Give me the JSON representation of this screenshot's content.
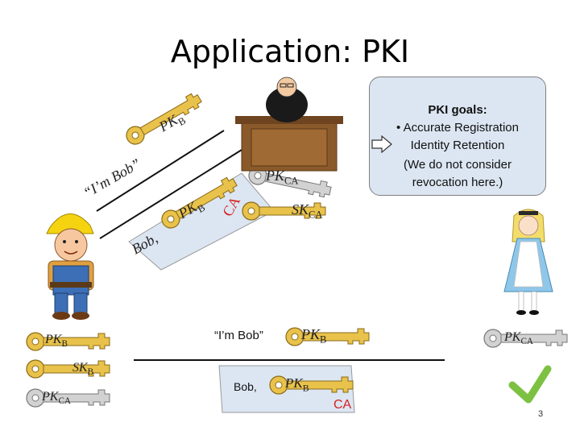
{
  "slide": {
    "title": "Application: PKI",
    "page_number": "3"
  },
  "goals_box": {
    "heading": "PKI goals:",
    "bullet_1": "• Accurate Registration",
    "bullet_2": "Identity Retention",
    "note_1": "(We do not consider",
    "note_2": "revocation here.)"
  },
  "diagram": {
    "quote_im_bob": "“I’m Bob”",
    "bob_comma": "Bob,",
    "pk_b_label": "PK",
    "sub_b": "B",
    "pk_ca_label": "PK",
    "sub_ca": "CA",
    "sk_ca_label": "SK",
    "ca_signature": "CA",
    "sk_b_label": "SK",
    "bottom_quote": "“I’m Bob”",
    "bottom_bob": "Bob,",
    "bottom_ca": "CA"
  },
  "colors": {
    "key_gold": "#e8c24a",
    "key_gold_dark": "#b8902a",
    "key_silver": "#c8c8c8",
    "ca_red": "#d62020",
    "check_green": "#7cc142",
    "box_blue": "#dce6f2"
  }
}
